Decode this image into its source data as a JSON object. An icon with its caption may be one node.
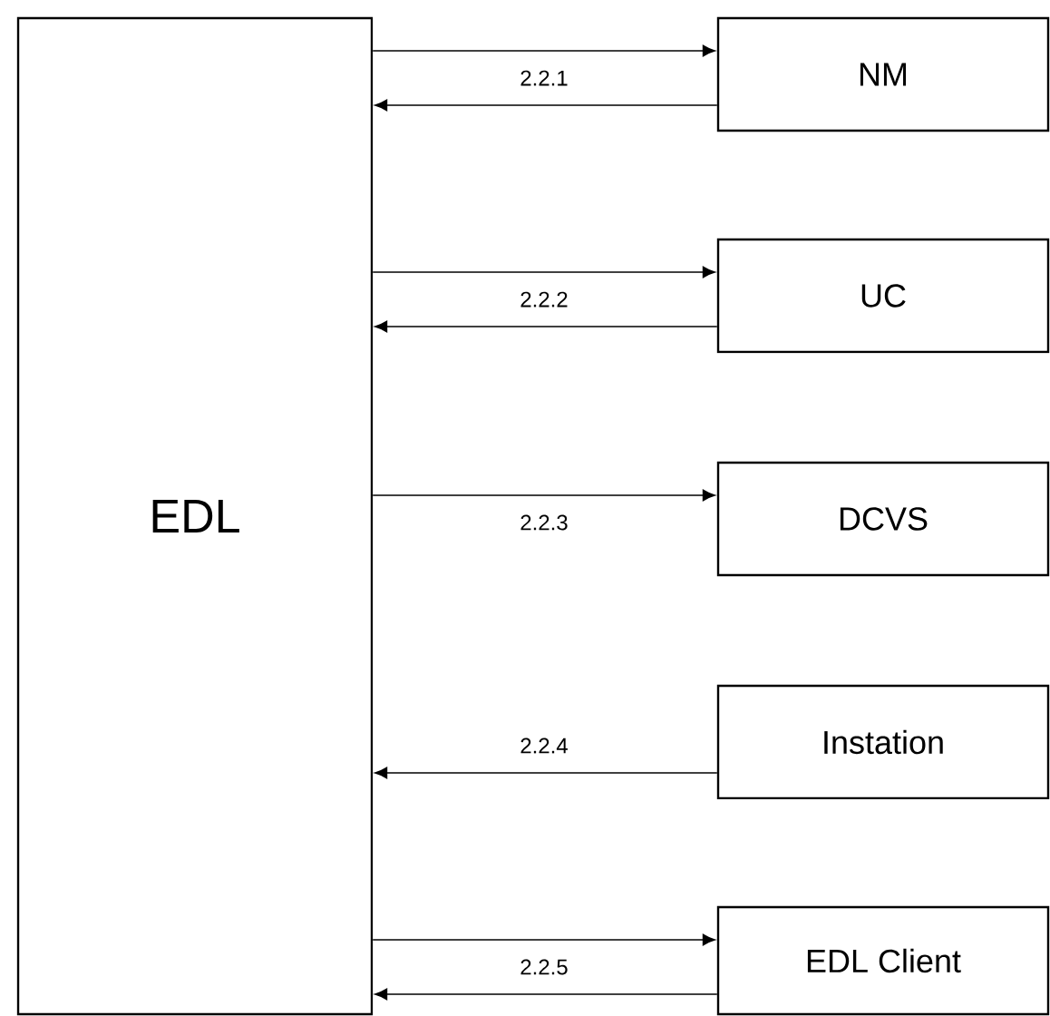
{
  "diagram": {
    "nodes": [
      {
        "text": [
          "EDL"
        ]
      },
      {
        "text": [
          "NM"
        ]
      },
      {
        "text": [
          "UC"
        ]
      },
      {
        "text": [
          "DCVS"
        ]
      },
      {
        "text": [
          "Instation"
        ]
      },
      {
        "text": [
          "EDL Client"
        ]
      }
    ],
    "edges": [
      {
        "from": 0,
        "to": 1,
        "arrow": "to",
        "label": "2.2.1"
      },
      {
        "from": 1,
        "to": 0,
        "arrow": "to"
      },
      {
        "from": 0,
        "to": 2,
        "arrow": "to",
        "label": "2.2.2"
      },
      {
        "from": 2,
        "to": 0,
        "arrow": "to"
      },
      {
        "from": 0,
        "to": 3,
        "arrow": "to",
        "label": "2.2.3"
      },
      {
        "from": 4,
        "to": 0,
        "arrow": "to",
        "label": "2.2.4"
      },
      {
        "from": 0,
        "to": 5,
        "arrow": "to",
        "label": "2.2.5"
      },
      {
        "from": 5,
        "to": 0,
        "arrow": "to"
      }
    ]
  }
}
